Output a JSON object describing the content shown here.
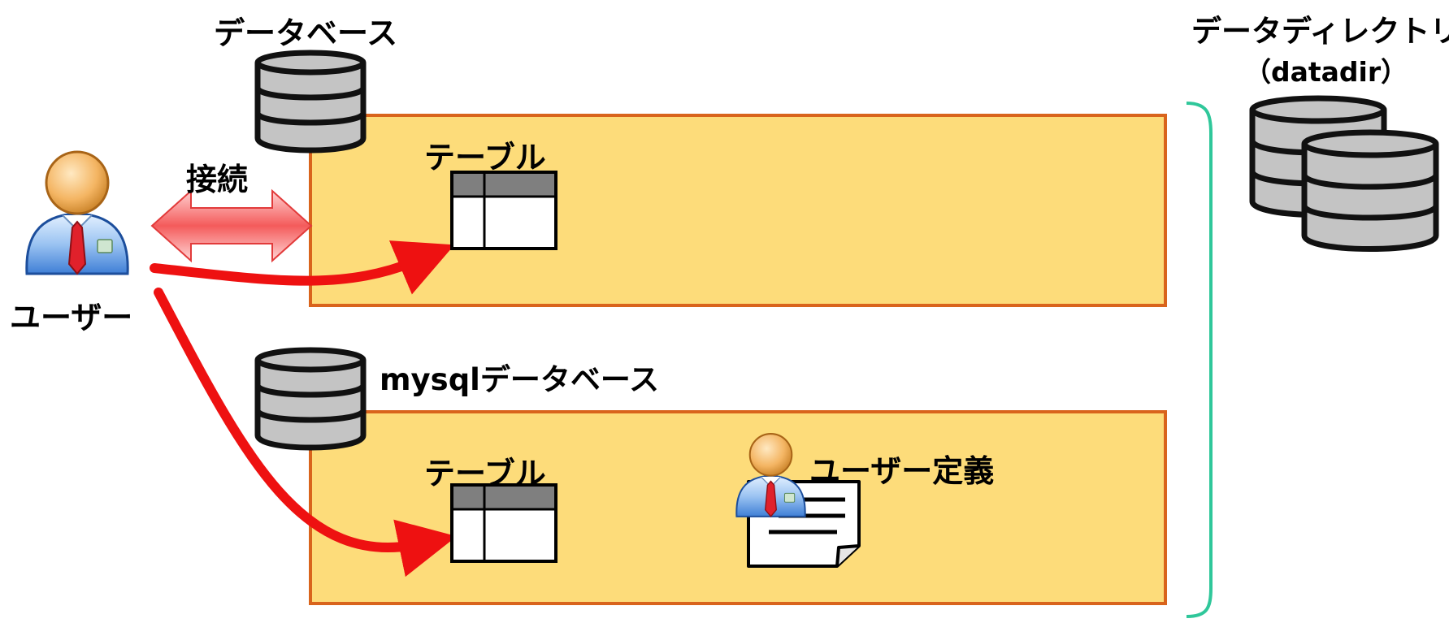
{
  "labels": {
    "database": "データベース",
    "datadir_title": "データディレクトリ",
    "datadir_sub": "（datadir）",
    "connect": "接続",
    "user": "ユーザー",
    "table_top": "テーブル",
    "mysql_database": "mysqlデータベース",
    "table_bottom": "テーブル",
    "user_definition": "ユーザー定義"
  },
  "colors": {
    "panel_fill": "#fddc7a",
    "panel_border": "#d9641c",
    "arrow_red": "#ee1111",
    "connect_arrow": "#f45b5b",
    "brace": "#2fc79a",
    "db_gray": "#c4c4c4"
  },
  "icons": [
    "database-icon",
    "user-icon",
    "table-icon",
    "document-icon",
    "double-arrow-icon"
  ]
}
